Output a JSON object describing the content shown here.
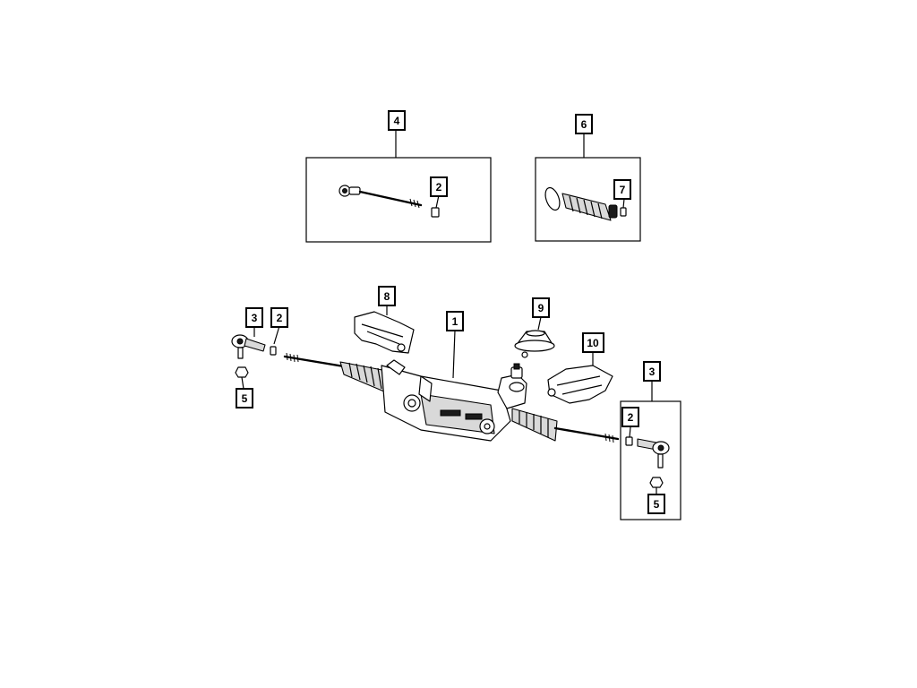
{
  "diagram": {
    "callouts": [
      {
        "id": "callout-1",
        "label": "1"
      },
      {
        "id": "callout-2-kit",
        "label": "2"
      },
      {
        "id": "callout-2-left",
        "label": "2"
      },
      {
        "id": "callout-2-right",
        "label": "2"
      },
      {
        "id": "callout-3-left",
        "label": "3"
      },
      {
        "id": "callout-3-right",
        "label": "3"
      },
      {
        "id": "callout-4",
        "label": "4"
      },
      {
        "id": "callout-5-left",
        "label": "5"
      },
      {
        "id": "callout-5-right",
        "label": "5"
      },
      {
        "id": "callout-6",
        "label": "6"
      },
      {
        "id": "callout-7",
        "label": "7"
      },
      {
        "id": "callout-8",
        "label": "8"
      },
      {
        "id": "callout-9",
        "label": "9"
      },
      {
        "id": "callout-10",
        "label": "10"
      }
    ],
    "parts": {
      "1": "steering-gear",
      "2": "nut",
      "3": "outer-tie-rod-end",
      "4": "inner-tie-rod",
      "5": "nut",
      "6": "boot-kit",
      "7": "clamp",
      "8": "heat-shield",
      "9": "mount-cup",
      "10": "heat-shield"
    }
  }
}
